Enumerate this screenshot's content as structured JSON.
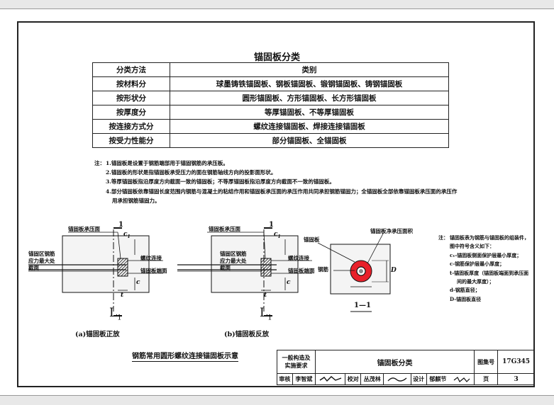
{
  "table": {
    "title": "锚固板分类",
    "header": [
      "分类方法",
      "类别"
    ],
    "rows": [
      [
        "按材料分",
        "球墨铸铁锚固板、钢板锚固板、锻钢锚固板、铸钢锚固板"
      ],
      [
        "按形状分",
        "圆形锚固板、方形锚固板、长方形锚固板"
      ],
      [
        "按厚度分",
        "等厚锚固板、不等厚锚固板"
      ],
      [
        "按连接方式分",
        "螺纹连接锚固板、焊接连接锚固板"
      ],
      [
        "按受力性能分",
        "部分锚固板、全锚固板"
      ]
    ]
  },
  "notes": {
    "label": "注：",
    "items": [
      "1.锚固板是设置于钢筋端部用于锚固钢筋的承压板。",
      "2.锚固板的形状是指锚固板承受压力的面在钢筋轴线方向的投影面形状。",
      "3.等厚锚固板指沿厚度方向截面一致的锚固板；不等厚锚固板指沿厚度方向截面不一致的锚固板。",
      "4.部分锚固板依靠锚固长度范围内钢筋与混凝土的粘结作用和锚固板承压面的承压作用共同承担钢筋锚固力；全锚固板全部依靠锚固板承压面的承压作"
    ],
    "continuation": "用承担钢筋锚固力。"
  },
  "figures": {
    "a": {
      "label_pressure": "锚固板承压面",
      "label_zone": [
        "锚固区钢筋",
        "应力最大处",
        "截面"
      ],
      "label_thread": "螺纹连接",
      "label_end": "锚固板端面",
      "caption": "(a)锚固板正放"
    },
    "b": {
      "label_pressure": "锚固板承压面",
      "label_zone": [
        "锚固区钢筋",
        "应力最大处",
        "截面"
      ],
      "label_thread": "螺纹连接",
      "label_end": "锚固板端面",
      "caption": "(b)锚固板反放"
    },
    "section": {
      "label_plate": "锚固板",
      "label_net": "锚固板净承压面积",
      "label_rebar": "钢筋",
      "caption": "1—1"
    },
    "symbols": {
      "c1": "c",
      "c1_sub": "1",
      "c": "c",
      "t": "t",
      "D": "D",
      "L": "L",
      "L_sub": "1",
      "num": "1"
    },
    "main_caption": "钢筋常用圆形螺纹连接锚固板示意"
  },
  "figure_note": {
    "label": "注：",
    "lines": [
      "锚固板表为钢筋与锚固板的组装件，",
      "图中符号含义如下：",
      "c₁-锚固板侧面保护层最小厚度；",
      "c-钢筋保护层最小厚度；",
      "t-锚固板厚度（锚固板端面到承压面",
      "间的最大厚度）；",
      "d-钢筋直径；",
      "D-锚固板直径"
    ]
  },
  "title_block": {
    "category_1": "一般构造及",
    "category_2": "实施要求",
    "sheet_title": "锚固板分类",
    "atlas_label": "图集号",
    "atlas_no": "17G345",
    "review_label": "审核",
    "reviewer": "李智斌",
    "check_label": "校对",
    "checker": "丛茂林",
    "design_label": "设计",
    "designer": "郁麒节",
    "page_label": "页",
    "page_no": "3"
  },
  "colors": {
    "highlight": "#e8202a",
    "line": "#111111"
  }
}
